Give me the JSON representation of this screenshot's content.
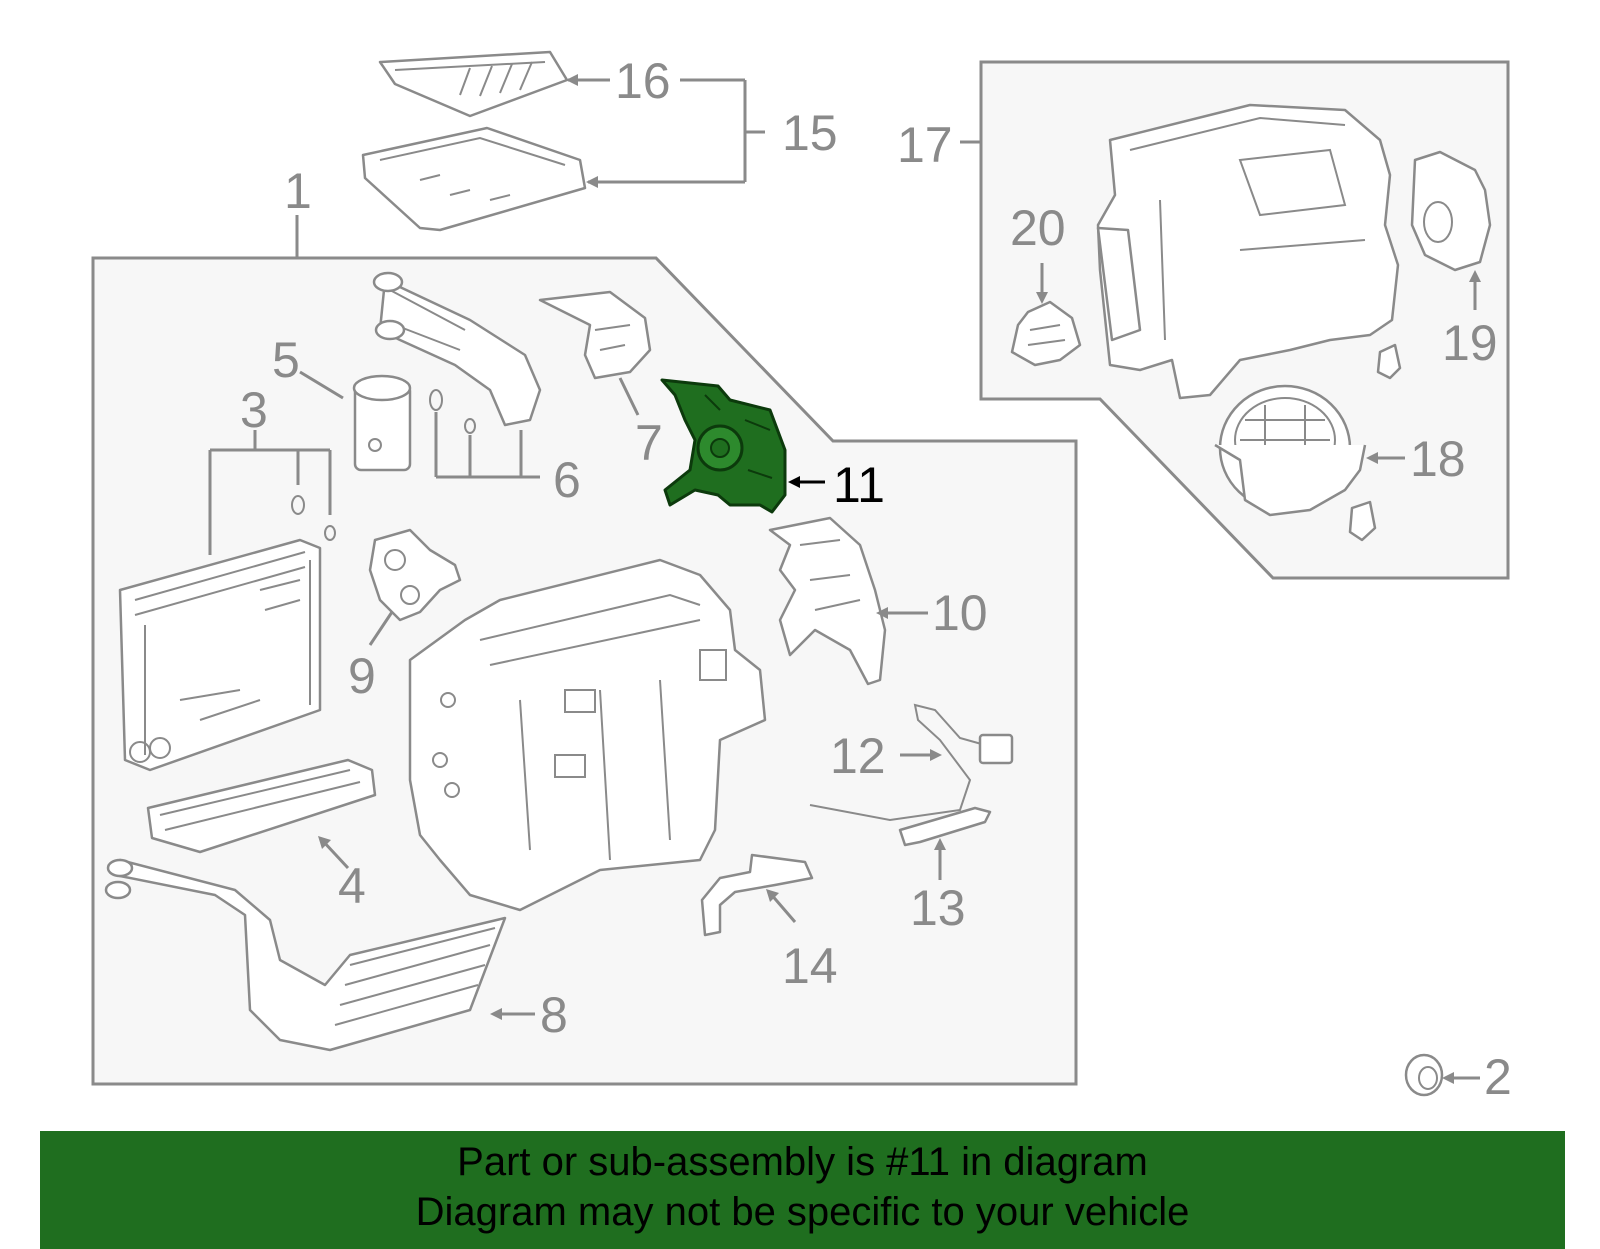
{
  "diagram": {
    "highlighted_part": "11",
    "callouts": {
      "c1": "1",
      "c2": "2",
      "c3": "3",
      "c4": "4",
      "c5": "5",
      "c6": "6",
      "c7": "7",
      "c8": "8",
      "c9": "9",
      "c10": "10",
      "c11": "11",
      "c12": "12",
      "c13": "13",
      "c14": "14",
      "c15": "15",
      "c16": "16",
      "c17": "17",
      "c18": "18",
      "c19": "19",
      "c20": "20"
    },
    "colors": {
      "line": "#8a8a8a",
      "highlight": "#1f6e1f",
      "panel": "#f7f7f7",
      "banner": "#1f6e1f"
    }
  },
  "banner": {
    "line1": "Part or sub-assembly is #11 in diagram",
    "line2": "Diagram may not be specific to your vehicle"
  }
}
